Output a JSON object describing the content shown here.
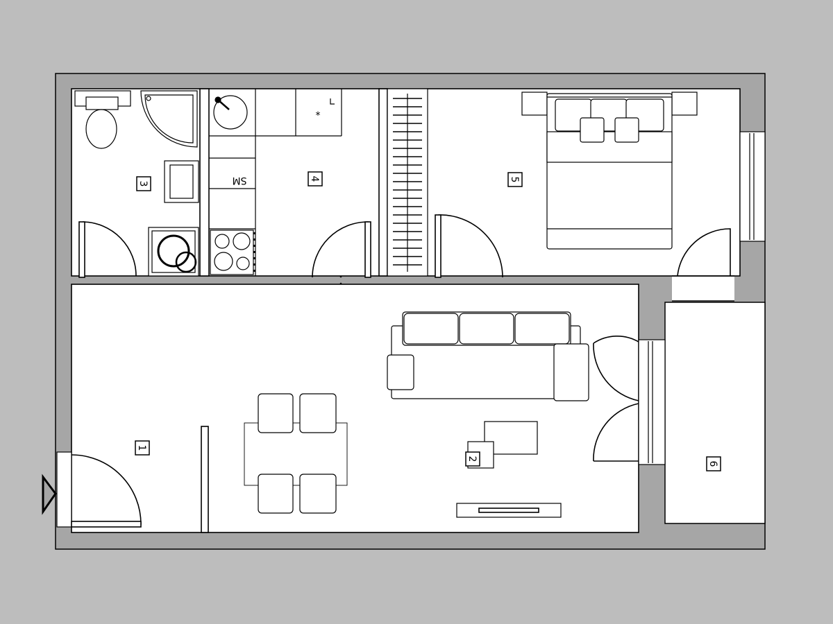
{
  "colors": {
    "background": "#bdbdbd",
    "wall": "#a6a6a6",
    "floor": "#ffffff",
    "line": "#000000"
  },
  "rooms": [
    {
      "id": "room-1",
      "number": "1"
    },
    {
      "id": "room-2",
      "number": "2"
    },
    {
      "id": "room-3",
      "number": "3"
    },
    {
      "id": "room-4",
      "number": "4"
    },
    {
      "id": "room-5",
      "number": "5"
    },
    {
      "id": "room-6",
      "number": "6"
    }
  ],
  "appliances": {
    "dishwasher_label": "SM",
    "freezer_mark": "*"
  },
  "icons": [
    "entrance-arrow-icon"
  ]
}
